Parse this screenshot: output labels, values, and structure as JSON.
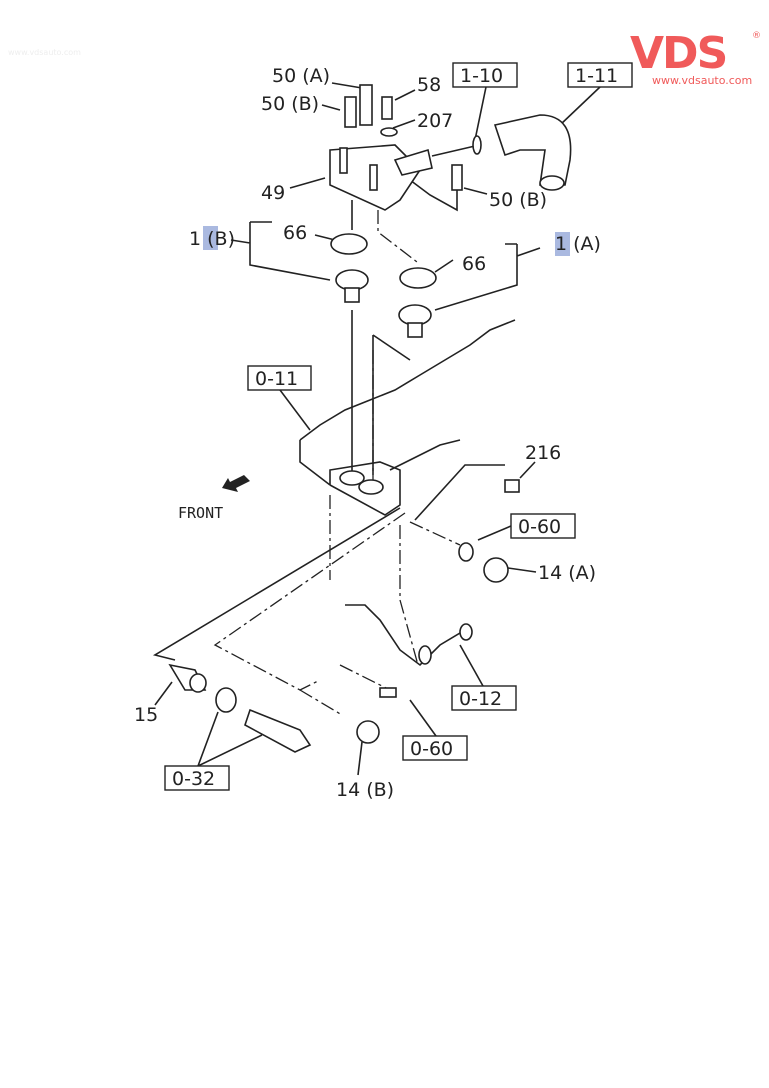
{
  "watermark": "www.vdsauto.com",
  "logo": {
    "text": "VDS",
    "registered": "®",
    "url": "www.vdsauto.com",
    "color": "#f05a5a"
  },
  "labels": {
    "bolt_50a": "50 (A)",
    "bolt_58": "58",
    "bolt_50b_left": "50 (B)",
    "washer_207": "207",
    "ref_1_10": "1-10",
    "ref_1_11": "1-11",
    "housing_49": "49",
    "bolt_50b_right": "50 (B)",
    "thermostat_1b": "1 (B)",
    "gasket_66_left": "66",
    "gasket_66_right": "66",
    "thermostat_1a": "1 (A)",
    "ref_0_11": "0-11",
    "sensor_216": "216",
    "front": "FRONT",
    "ref_0_60_upper": "0-60",
    "plug_14a": "14 (A)",
    "ref_0_12": "0-12",
    "part_15": "15",
    "ref_0_60_lower": "0-60",
    "ref_0_32": "0-32",
    "plug_14b": "14 (B)"
  }
}
